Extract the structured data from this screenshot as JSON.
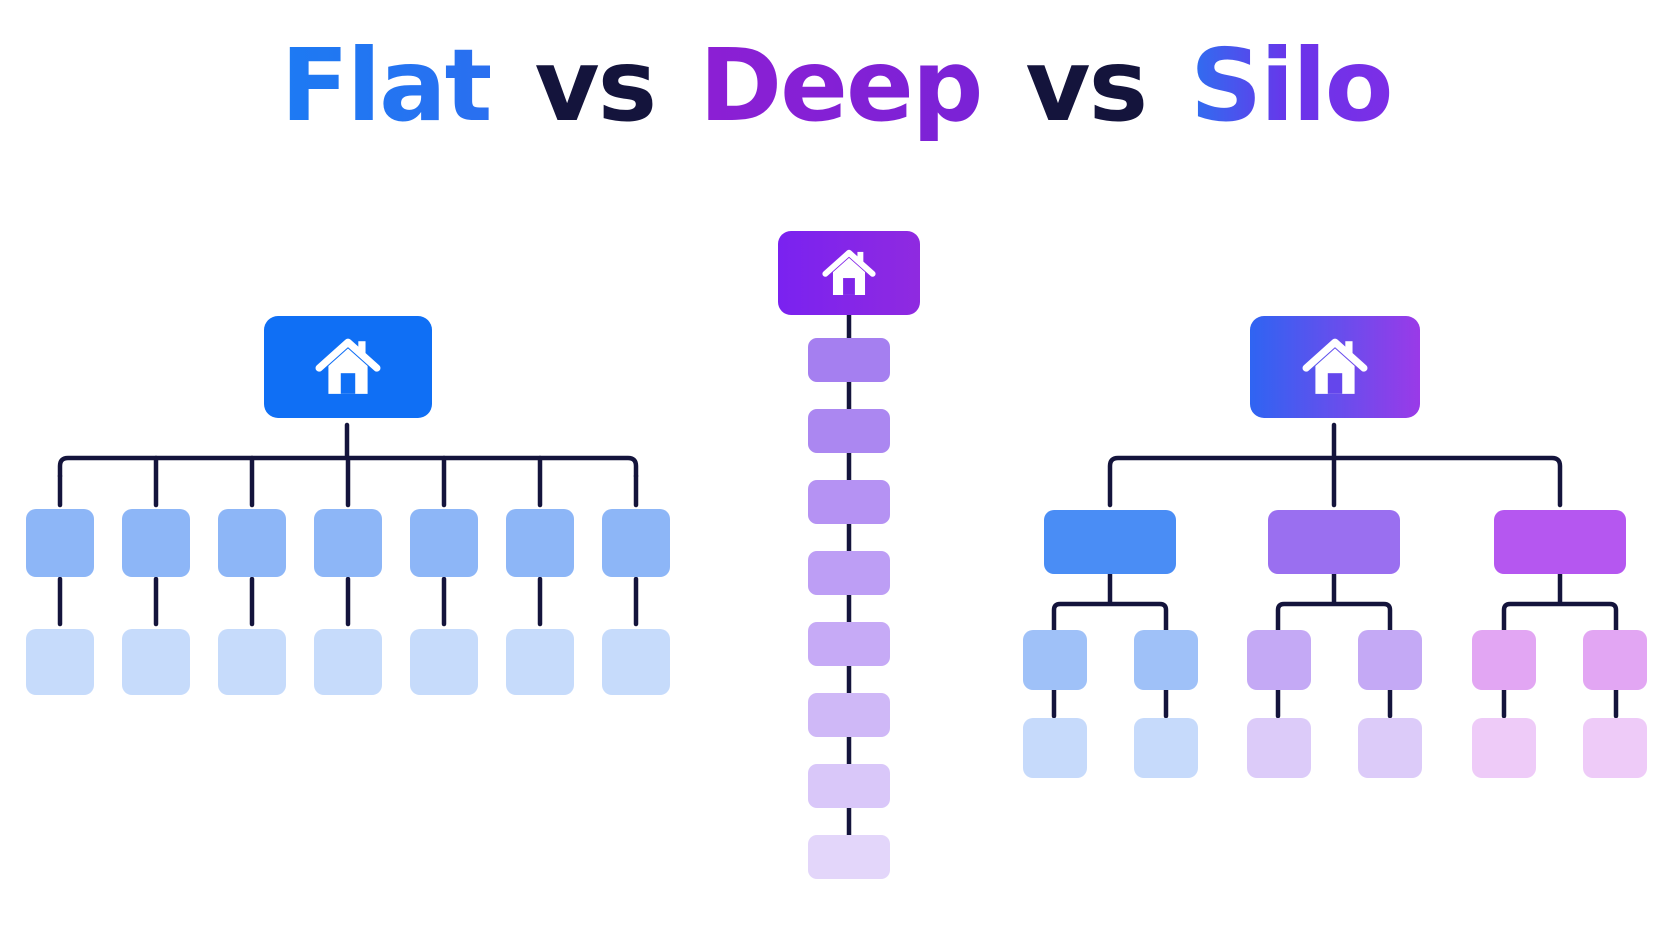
{
  "title": {
    "word1": "Flat",
    "sep1": "vs",
    "word2": "Deep",
    "sep2": "vs",
    "word3": "Silo"
  },
  "icons": {
    "flat_home": "home-icon",
    "deep_home": "home-icon",
    "silo_home": "home-icon"
  },
  "colors": {
    "flat_home": "#0f6ff5",
    "deep_home_start": "#7a22f0",
    "deep_home_end": "#8f2ae0",
    "silo_home_start": "#2f64f2",
    "silo_home_end": "#9a3ae8",
    "connector": "#14143c",
    "flat_level1": "#8db6f7",
    "flat_level2": "#c6dbfb",
    "deep_nodes": [
      "#a57ff0",
      "#ab87f1",
      "#b592f3",
      "#bd9ef5",
      "#c6aaf6",
      "#cfb8f7",
      "#d9c7f9",
      "#e3d6fa"
    ],
    "silo_branch_1": "#4a8df5",
    "silo_branch_2": "#9a6ff0",
    "silo_branch_3": "#b557f0",
    "silo_leaf_1_mid": "#9fc1f8",
    "silo_leaf_1_low": "#c6dafb",
    "silo_leaf_2_mid": "#c4a9f5",
    "silo_leaf_2_low": "#dccbf9",
    "silo_leaf_3_mid": "#e2a6f3",
    "silo_leaf_3_low": "#eecbf8"
  },
  "structure": {
    "flat_columns": 7,
    "deep_pages": 8,
    "silo_branches": 3,
    "silo_children_per_branch": 2
  }
}
